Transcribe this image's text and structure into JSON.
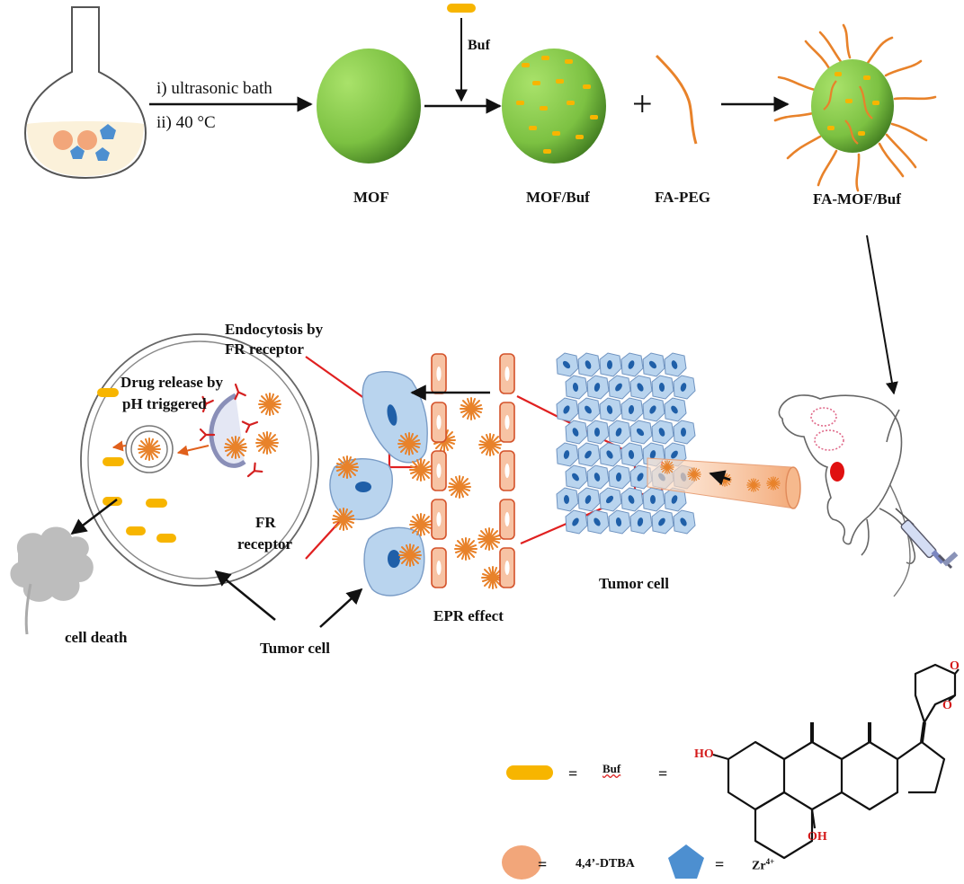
{
  "synthesis": {
    "step1": "i) ultrasonic bath",
    "step2": "ii) 40 °C",
    "buf_arrow": "Buf",
    "plus": "+",
    "labels": {
      "mof": "MOF",
      "mof_buf": "MOF/Buf",
      "fa_peg": "FA-PEG",
      "fa_mof_buf": "FA-MOF/Buf"
    }
  },
  "mechanism": {
    "endocytosis": "Endocytosis by FR receptor",
    "endocytosis_l1": "Endocytosis by",
    "endocytosis_l2": "FR receptor",
    "drug_release_l1": "Drug release by",
    "drug_release_l2": "pH triggered",
    "fr_receptor_l1": "FR",
    "fr_receptor_l2": "receptor",
    "cell_death": "cell death",
    "tumor_cell_bottom": "Tumor cell",
    "epr_effect": "EPR effect",
    "tumor_cell_tissue": "Tumor cell"
  },
  "legend": {
    "eq": "=",
    "buf": "Buf",
    "dtba": "4,4’-DTBA",
    "zr": "Zr",
    "zr_sup": "4+",
    "oh": "HO",
    "oh2": "OH",
    "o": "O"
  },
  "colors": {
    "mof_green": "#7cc142",
    "buf_yellow": "#f7b500",
    "peg_orange": "#e8822a",
    "dtba_peach": "#f2a67a",
    "zr_blue": "#4d8fd0",
    "cell_blue": "#b9d4ee",
    "nucleus_blue": "#1f5fa8",
    "zoom_red": "#e02020",
    "beam_orange": "#f6b98d",
    "vessel_peach": "#f7c3a4"
  }
}
